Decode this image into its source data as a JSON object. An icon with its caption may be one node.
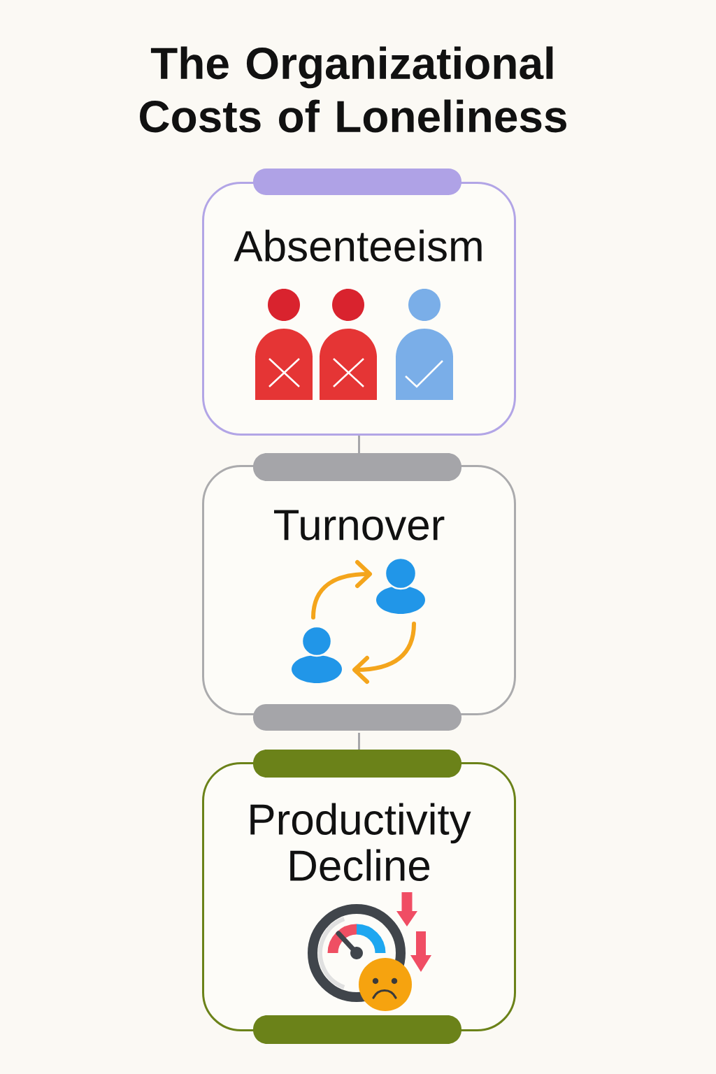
{
  "diagram": {
    "title": "The Organizational Costs of Loneliness",
    "nodes": [
      {
        "text": [
          "Absenteeism"
        ]
      },
      {
        "text": [
          "Turnover"
        ]
      },
      {
        "text": [
          "Productivity Decline"
        ]
      }
    ],
    "edges": [
      {
        "from": 0,
        "to": 1,
        "arrow": "none"
      },
      {
        "from": 1,
        "to": 2,
        "arrow": "none"
      }
    ]
  }
}
